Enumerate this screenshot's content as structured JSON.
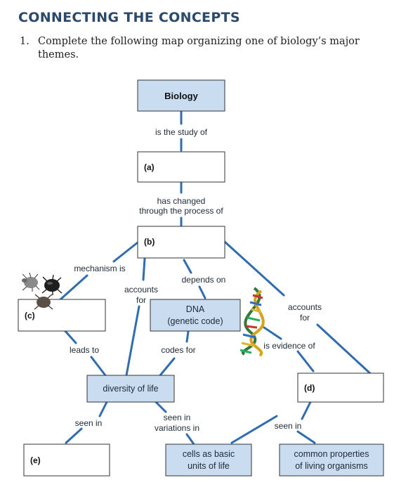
{
  "header": {
    "title": "CONNECTING THE CONCEPTS",
    "question_number": "1.",
    "question_line1": "Complete the following map organizing one of biology’s major",
    "question_line2": "themes."
  },
  "colors": {
    "title": "#2b4a6b",
    "filled_box": "#c9dcf0",
    "box_border": "#333333",
    "connector": "#2f6db0"
  },
  "nodes": {
    "biology": "Biology",
    "a": "(a)",
    "b": "(b)",
    "c": "(c)",
    "dna_line1": "DNA",
    "dna_line2": "(genetic code)",
    "diversity": "diversity of life",
    "d": "(d)",
    "e": "(e)",
    "cells_line1": "cells as basic",
    "cells_line2": "units of life",
    "common_line1": "common properties",
    "common_line2": "of living organisms"
  },
  "links": {
    "study_of": "is the study of",
    "changed_line1": "has changed",
    "changed_line2": "through the process of",
    "mechanism": "mechanism is",
    "accounts_line1": "accounts",
    "accounts_line2": "for",
    "depends_on": "depends on",
    "accounts_right_line1": "accounts",
    "accounts_right_line2": "for",
    "evidence": "is evidence of",
    "leads_to": "leads to",
    "codes_for": "codes for",
    "seen_in_left": "seen in",
    "seen_in_mid_line1": "seen in",
    "seen_in_mid_line2": "variations in",
    "seen_in_right": "seen in"
  },
  "icons": [
    "mite-insects-image",
    "dna-helix-image"
  ]
}
